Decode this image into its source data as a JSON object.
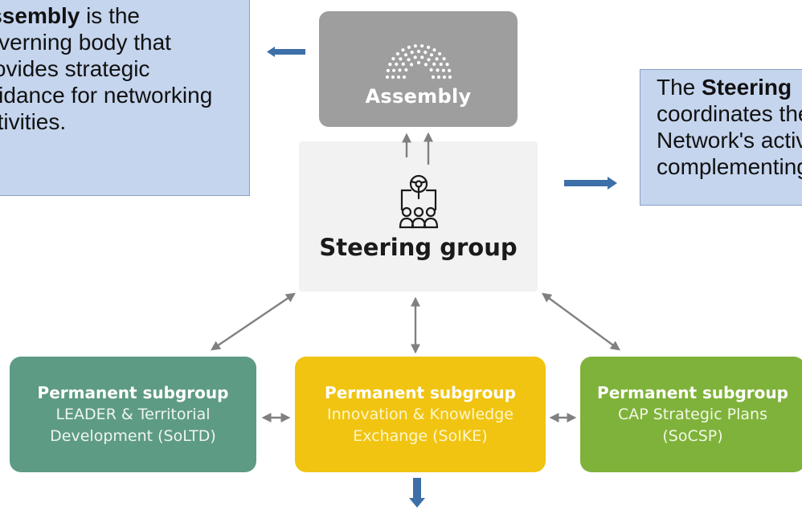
{
  "callout_left": {
    "lines": [
      {
        "bold": "Assembly",
        "rest": " is the"
      },
      {
        "bold": "",
        "rest": "governing body that"
      },
      {
        "bold": "",
        "rest": "provides strategic"
      },
      {
        "bold": "",
        "rest": "guidance for networking"
      },
      {
        "bold": "",
        "rest": "activities."
      }
    ]
  },
  "callout_right": {
    "lines": [
      {
        "bold": "",
        "pre": "The ",
        "bold2": "Steering"
      },
      {
        "text": "coordinates the"
      },
      {
        "text": "Network's activities,"
      },
      {
        "text": "complementing"
      }
    ]
  },
  "assembly": {
    "label": "Assembly"
  },
  "steering": {
    "label": "Steering group"
  },
  "subgroups": [
    {
      "title": "Permanent subgroup",
      "line1": "LEADER & Territorial",
      "line2": "Development (SoLTD)"
    },
    {
      "title": "Permanent subgroup",
      "line1": "Innovation & Knowledge",
      "line2": "Exchange (SoIKE)"
    },
    {
      "title": "Permanent subgroup",
      "line1": "CAP Strategic Plans",
      "line2": "(SoCSP)"
    }
  ],
  "colors": {
    "callout_bg": "#c5d5ee",
    "assembly_bg": "#9e9e9e",
    "steering_bg": "#f2f2f2",
    "soltd_bg": "#5e9b84",
    "soike_bg": "#f1c411",
    "socsp_bg": "#7fb23a",
    "blue_arrow": "#3d6fa8",
    "grey_arrow": "#808080"
  },
  "icons": [
    "hemicycle-icon",
    "steering-wheel-icon"
  ]
}
